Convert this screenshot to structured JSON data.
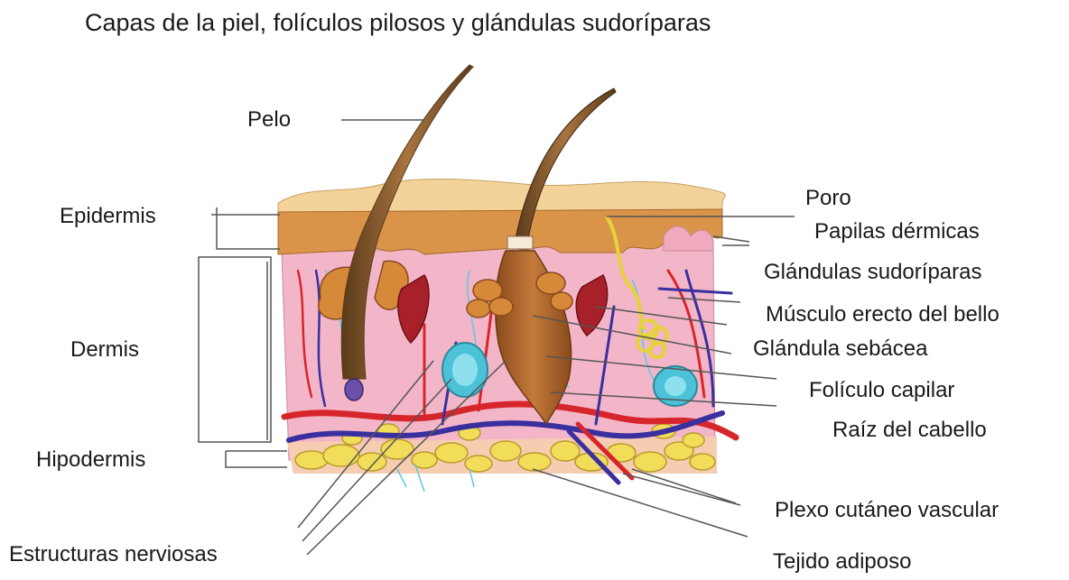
{
  "title": "Capas de la piel, folículos pilosos y glándulas sudoríparas",
  "labels": {
    "pelo": "Pelo",
    "epidermis": "Epidermis",
    "dermis": "Dermis",
    "hipodermis": "Hipodermis",
    "estructuras_nerviosas": "Estructuras nerviosas",
    "poro": "Poro",
    "papilas": "Papilas dérmicas",
    "sudoriparas": "Glándulas sudoríparas",
    "musculo": "Músculo erecto del bello",
    "sebacea": "Glándula sebácea",
    "foliculo": "Folículo capilar",
    "raiz": "Raíz del cabello",
    "plexo": "Plexo cutáneo vascular",
    "adiposo": "Tejido adiposo"
  },
  "colors": {
    "epidermis": "#d9944a",
    "stratum": "#f3d39a",
    "dermis": "#f2b6c8",
    "hair": "#8a5a2b",
    "artery": "#d7262b",
    "vein": "#3a2f9e",
    "fat": "#f2dd5a",
    "nerve_cyan": "#5ec9e0"
  }
}
